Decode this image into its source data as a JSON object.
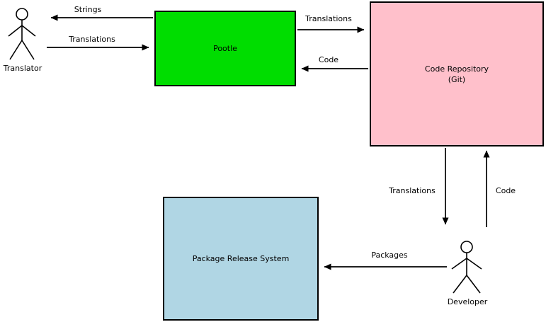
{
  "diagram": {
    "nodes": {
      "pootle": {
        "label": "Pootle",
        "color": "#00dd00"
      },
      "repo": {
        "line1": "Code Repository",
        "line2": "(Git)",
        "color": "#ffc0cb"
      },
      "package": {
        "label": "Package Release System",
        "color": "#b0d6e4"
      },
      "translator": {
        "label": "Translator"
      },
      "developer": {
        "label": "Developer"
      }
    },
    "edges": {
      "strings": "Strings",
      "translations_to_pootle": "Translations",
      "translations_to_repo": "Translations",
      "code_to_pootle": "Code",
      "translations_to_dev": "Translations",
      "code_to_repo": "Code",
      "packages": "Packages"
    },
    "colors": {
      "line": "#000000",
      "background": "#ffffff"
    }
  }
}
